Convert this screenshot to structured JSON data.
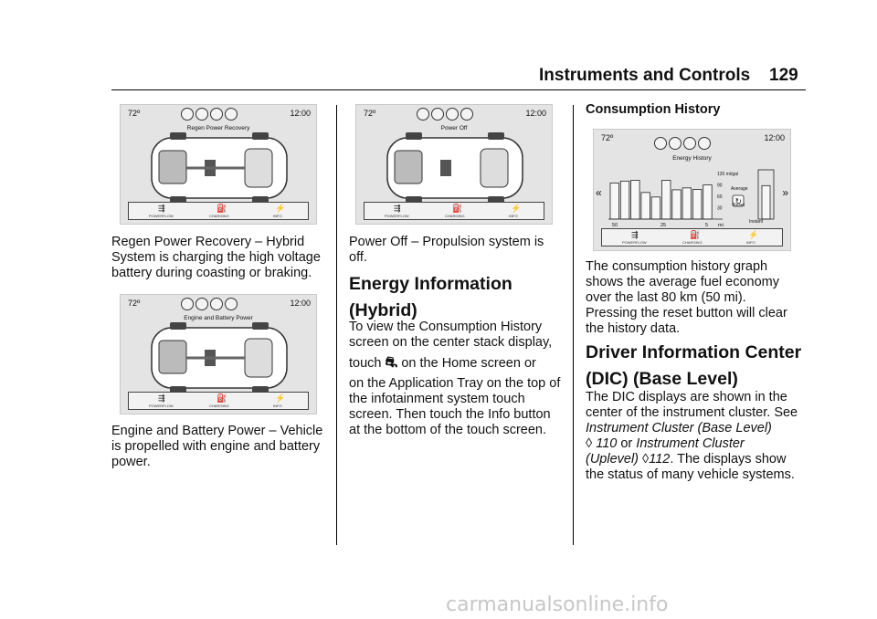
{
  "header": {
    "section": "Instruments and Controls",
    "page_number": "129"
  },
  "screens": {
    "common": {
      "temp": "72º",
      "time": "12:00",
      "tray": [
        "POWERFLOW",
        "CHARGING",
        "INFO"
      ]
    },
    "regen": {
      "title": "Regen Power Recovery"
    },
    "engine_battery": {
      "title": "Engine and Battery Power"
    },
    "power_off": {
      "title": "Power Off"
    },
    "energy_history": {
      "title": "Energy History",
      "scale_label": "120 mi/gal",
      "average_label": "Average",
      "reset_label": "Reset",
      "instant_label": "Instant",
      "left_nav": "«",
      "right_nav": "»"
    }
  },
  "col1": {
    "caption1": "Regen Power Recovery – Hybrid System is charging the high voltage battery during coasting or braking.",
    "caption2": "Engine and Battery Power – Vehicle is propelled with engine and battery power."
  },
  "col2": {
    "caption": "Power Off – Propulsion system is off.",
    "heading_line1": "Energy Information",
    "heading_line2": "(Hybrid)",
    "para_a": "To view the Consumption History screen on the center stack display,",
    "para_b_pre": "touch",
    "para_b_post": "on the Home screen or",
    "para_c": "on the Application Tray on the top of the infotainment system touch screen. Then touch the Info button at the bottom of the touch screen."
  },
  "col3": {
    "subheading": "Consumption History",
    "para1": "The consumption history graph shows the average fuel economy over the last 80 km (50 mi). Pressing the reset button will clear the history data.",
    "heading_line1": "Driver Information Center",
    "heading_line2": "(DIC) (Base Level)",
    "para2_a": "The DIC displays are shown in the center of the instrument cluster. See",
    "link1": "Instrument Cluster (Base Level)",
    "link1_page": "110",
    "or_text": "or",
    "link2_a": "Instrument Cluster",
    "link2_b": "(Uplevel)",
    "link2_page": "112",
    "para2_end": ". The displays show the status of many vehicle systems."
  },
  "chart_data": {
    "type": "bar",
    "title": "Energy History",
    "xlabel": "mi",
    "x_ticks": [
      "50",
      "25",
      "5"
    ],
    "y_ticks": [
      "120 mi/gal",
      "90",
      "60",
      "30"
    ],
    "ylim": [
      0,
      120
    ],
    "values": [
      95,
      100,
      102,
      70,
      58,
      102,
      77,
      82,
      78,
      90
    ],
    "instant": 88,
    "legend": []
  },
  "watermark": "carmanualsonline.info"
}
